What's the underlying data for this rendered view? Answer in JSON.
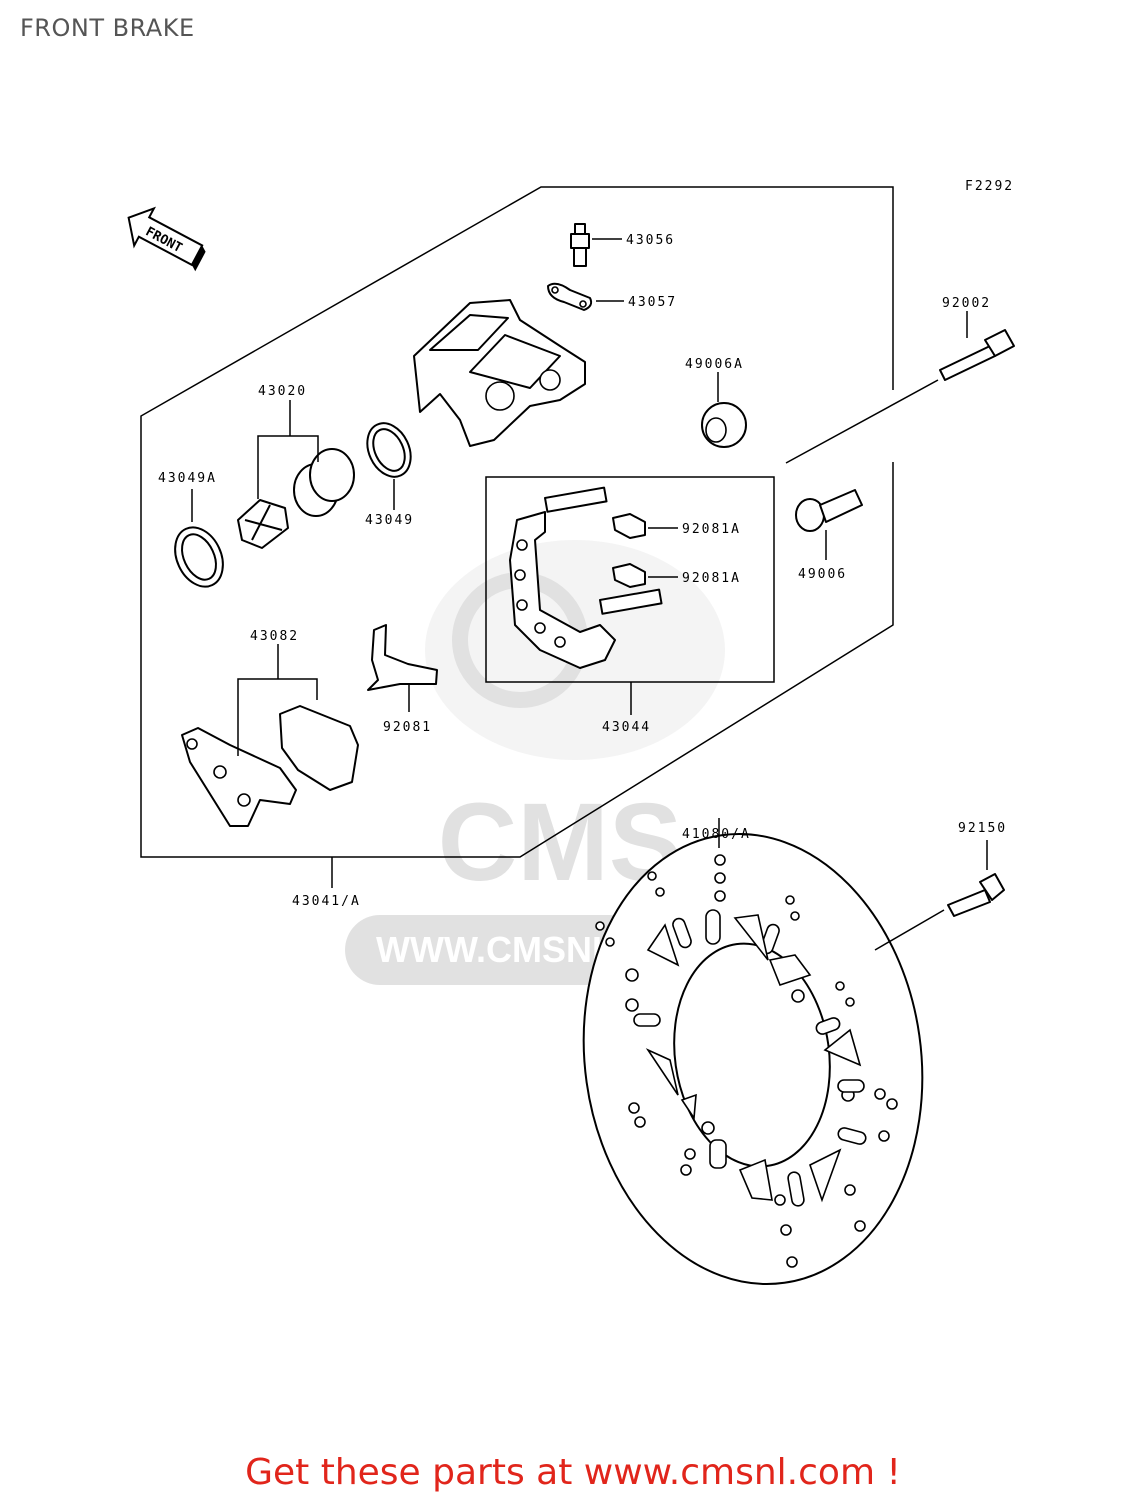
{
  "page": {
    "title": "FRONT BRAKE",
    "footer_text": "Get these parts at www.cmsnl.com !",
    "accent_color": "#e1251b"
  },
  "diagram": {
    "figure_code": "F2292",
    "front_arrow_label": "FRONT",
    "watermark_text": "CMS",
    "watermark_url": "WWW.CMSNL",
    "part_labels": {
      "p43056": "43056",
      "p43057": "43057",
      "p92002": "92002",
      "p49006A": "49006A",
      "p43020": "43020",
      "p43049A": "43049A",
      "p43049": "43049",
      "p92081A_1": "92081A",
      "p92081A_2": "92081A",
      "p49006": "49006",
      "p43082": "43082",
      "p92081": "92081",
      "p43044": "43044",
      "p41080A": "41080/A",
      "p92150": "92150",
      "p43041A": "43041/A"
    }
  }
}
